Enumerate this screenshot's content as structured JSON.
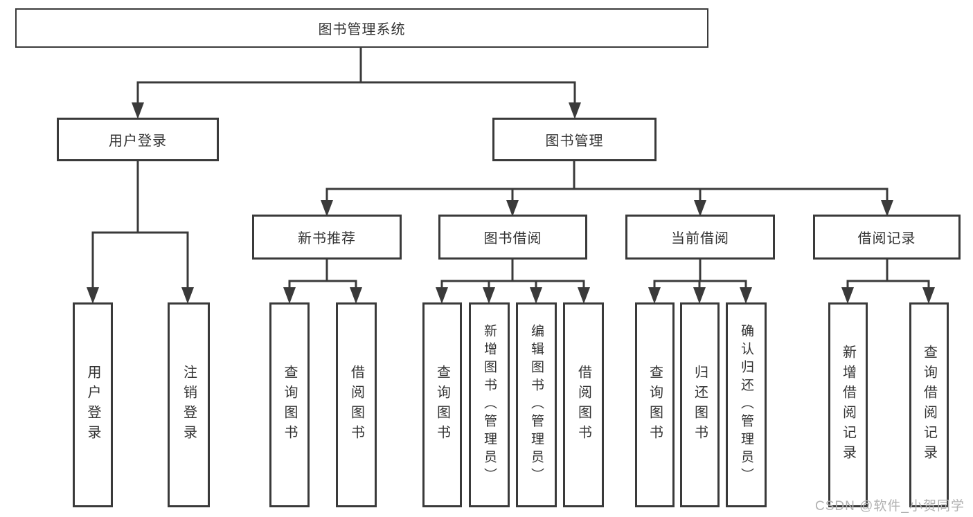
{
  "tree": {
    "label": "图书管理系统",
    "children": [
      {
        "label": "用户登录",
        "children": [
          {
            "label": "用户登录"
          },
          {
            "label": "注销登录"
          }
        ]
      },
      {
        "label": "图书管理",
        "children": [
          {
            "label": "新书推荐",
            "children": [
              {
                "label": "查询图书"
              },
              {
                "label": "借阅图书"
              }
            ]
          },
          {
            "label": "图书借阅",
            "children": [
              {
                "label": "查询图书"
              },
              {
                "label": "新增图书（管理员）"
              },
              {
                "label": "编辑图书（管理员）"
              },
              {
                "label": "借阅图书"
              }
            ]
          },
          {
            "label": "当前借阅",
            "children": [
              {
                "label": "查询图书"
              },
              {
                "label": "归还图书"
              },
              {
                "label": "确认归还（管理员）"
              }
            ]
          },
          {
            "label": "借阅记录",
            "children": [
              {
                "label": "新增借阅记录"
              },
              {
                "label": "查询借阅记录"
              }
            ]
          }
        ]
      }
    ]
  },
  "watermark": "CSDN @软件_小贺同学",
  "colors": {
    "line": "#3a3a3a",
    "text": "#333333",
    "background": "#ffffff",
    "watermark": "#b2b2b2"
  }
}
